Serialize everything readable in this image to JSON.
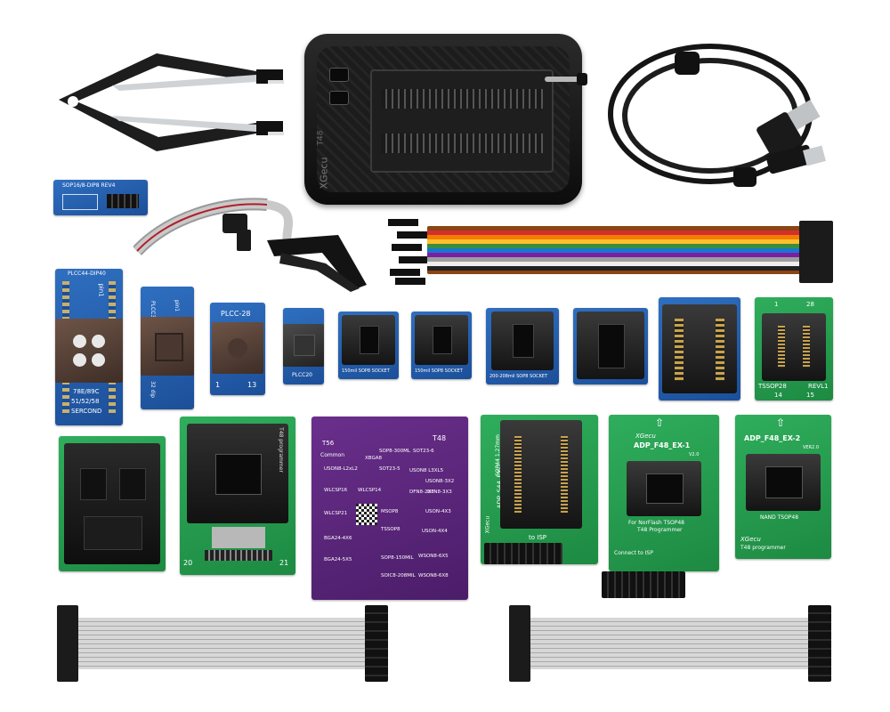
{
  "silkscreen": {
    "sop_board": "SOP16/8-DIP8 REV4",
    "plcc44": "PLCC44-DIP40",
    "plcc44_mid": "pin1",
    "plcc44_bottom1": "78E/89C",
    "plcc44_bottom2": "51/52/58",
    "plcc44_bottom3": "SERCOND",
    "plcc32_a": "PLCC32",
    "plcc32_b": "pin1",
    "plcc32_c": "32 dip",
    "plcc28": "PLCC-28",
    "plcc28_n1": "1",
    "plcc28_n2": "13",
    "plcc20": "PLCC20",
    "sop8_150_a": "150mil SOP8 SOCKET",
    "sop8_150_b": "150mil SOP8 SOCKET",
    "sop8_200": "200-208mil SOP8 SOCKET",
    "tssop28_top": "28",
    "tssop28_one": "1",
    "tssop28_label": "TSSOP28",
    "tssop28_rev": "REVL1",
    "tssop28_n14": "14",
    "tssop28_n15": "15",
    "purple_t48": "T48",
    "purple_t56": "T56",
    "purple_common": "Common",
    "purple_labels": [
      "XBGA8",
      "SOP8-300ML",
      "SOT23-6",
      "USON8-L2xL2",
      "SOT23-5",
      "USON8 L3XL5",
      "USON8-3X2",
      "WLCSP16",
      "WLCSP14",
      "DFN8-2X3",
      "DFN8-3X3",
      "WLCSP21",
      "MSOP8",
      "USON-4X3",
      "TSSOP8",
      "BGA24-4X6",
      "USON-4X4",
      "SOP8-150MIL",
      "WSON8-6X5",
      "BGA24-5X5",
      "SOIC8-208MIL",
      "WSON8-6X8"
    ],
    "tsop48_label": "T48 programmer",
    "tsop48_left_pin": "20",
    "tsop48_right_pin": "21",
    "ssop44_title": "ADP_S44_EX-1",
    "ssop44_sub": "SOP44 1.27mm",
    "ssop44_brand": "XGecu",
    "ssop44_isp": "to ISP",
    "f48_ex1_brand": "XGecu",
    "f48_ex1_title": "ADP_F48_EX-1",
    "f48_ex1_ver": "V2.0",
    "f48_ex1_desc1": "For NorFlash TSOP48",
    "f48_ex1_desc2": "T48 Programmer",
    "f48_ex1_isp": "Connect to ISP",
    "f48_ex2_brand": "XGecu",
    "f48_ex2_title": "ADP_F48_EX-2",
    "f48_ex2_ver": "VER2.0",
    "f48_ex2_desc1": "NAND TSOP48",
    "f48_ex2_desc2": "T48 programmer",
    "programmer_brand": "XGecu",
    "programmer_model": "T48"
  },
  "colors": {
    "pcb_blue": "#2560b0",
    "pcb_green": "#23a050",
    "pcb_purple": "#5a2579",
    "socket_black": "#1a1a1a",
    "plcc_brown": "#5a4438"
  }
}
